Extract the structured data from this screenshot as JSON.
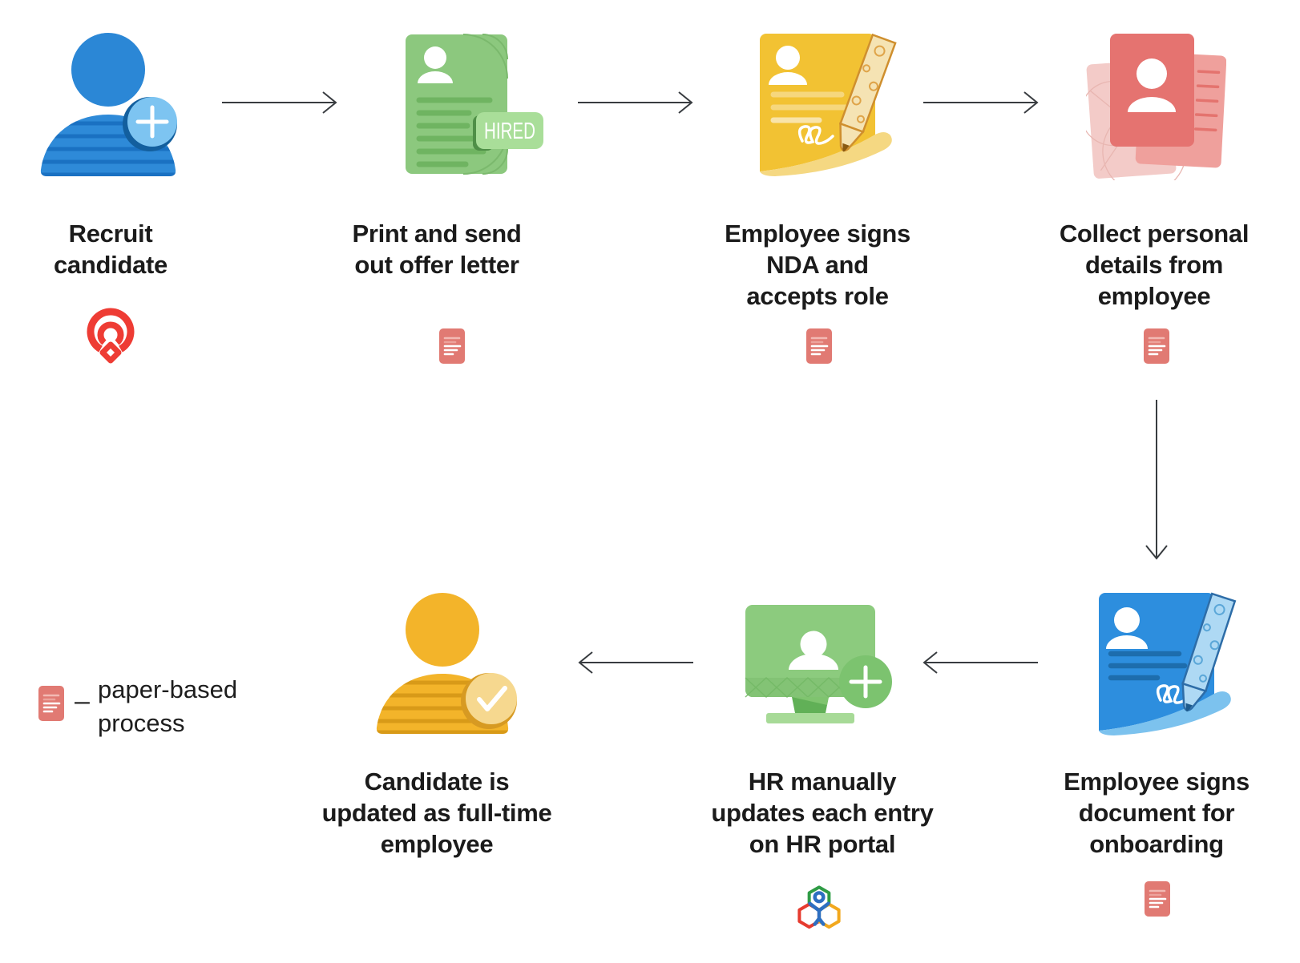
{
  "steps": [
    {
      "name": "recruit-candidate",
      "icon": "person-add-blue-icon",
      "sub_icon": "zoho-recruit-logo",
      "lines": [
        "Recruit",
        "candidate"
      ]
    },
    {
      "name": "print-offer-letter",
      "icon": "offer-letter-green-icon",
      "badge": "HIRED",
      "sub_icon": "paper-document",
      "lines": [
        "Print and send",
        "out offer letter"
      ]
    },
    {
      "name": "sign-nda",
      "icon": "nda-sign-yellow-icon",
      "sub_icon": "paper-document",
      "lines": [
        "Employee signs",
        "NDA and",
        "accepts role"
      ]
    },
    {
      "name": "collect-details",
      "icon": "personal-docs-red-icon",
      "sub_icon": "paper-document",
      "lines": [
        "Collect personal",
        "details from",
        "employee"
      ]
    },
    {
      "name": "sign-onboarding",
      "icon": "onboarding-sign-blue-icon",
      "sub_icon": "paper-document",
      "lines": [
        "Employee signs",
        "document for",
        "onboarding"
      ]
    },
    {
      "name": "hr-portal-update",
      "icon": "hr-portal-monitor-green-icon",
      "sub_icon": "zoho-people-logo",
      "lines": [
        "HR manually",
        "updates each entry",
        "on HR portal"
      ]
    },
    {
      "name": "full-time-employee",
      "icon": "employee-check-yellow-icon",
      "lines": [
        "Candidate is",
        "updated as full-time",
        "employee"
      ]
    }
  ],
  "legend": {
    "icon": "paper-document",
    "separator": "–",
    "lines": [
      "paper-based",
      "process"
    ]
  },
  "colors": {
    "person_blue": "#2b87d6",
    "plus_badge_blue": "#7dc4f1",
    "doc_green": "#8cc87e",
    "hired_badge_green": "#a9de99",
    "doc_yellow": "#f2c233",
    "doc_red": "#e57370",
    "doc_blue": "#2d8ede",
    "monitor_green": "#8ccb7e",
    "person_yellow": "#f3b42a",
    "paper_icon_red": "#e17a73",
    "zoho_recruit_red": "#ee3c34",
    "zoho_people_green": "#2f9c45",
    "zoho_people_red": "#e63b2f",
    "zoho_people_yellow": "#f2a81d",
    "zoho_people_blue": "#2d6fc1",
    "arrow": "#383c40",
    "text": "#1b1b1b"
  }
}
